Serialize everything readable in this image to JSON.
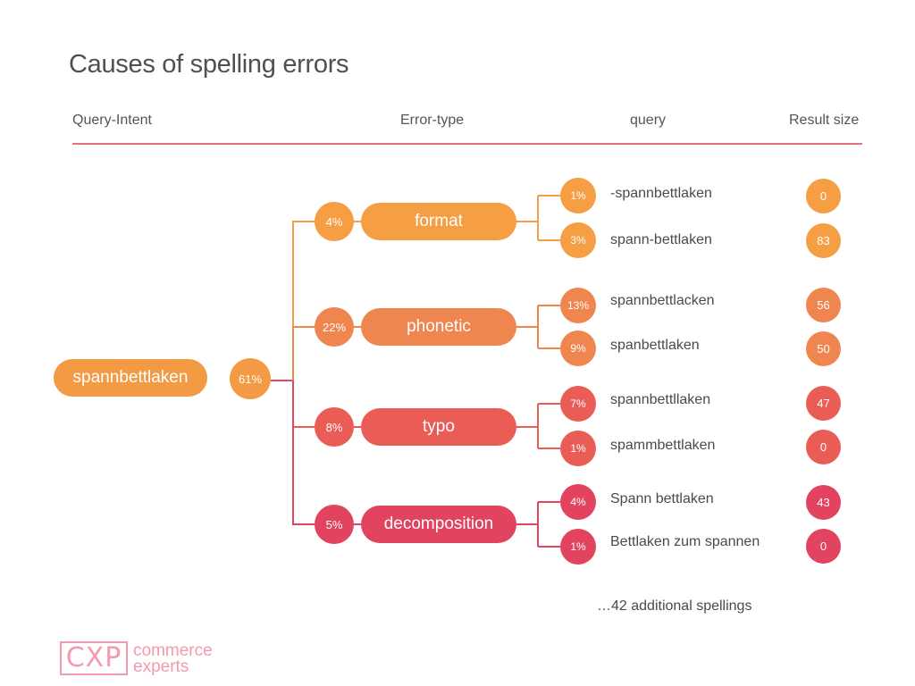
{
  "title": "Causes of spelling errors",
  "headers": {
    "query_intent": "Query-Intent",
    "error_type": "Error-type",
    "query": "query",
    "result_size": "Result size"
  },
  "root": {
    "label": "spannbettlaken",
    "share": "61%"
  },
  "error_types": [
    {
      "label": "format",
      "share": "4%",
      "color": "#f59e44",
      "queries": [
        {
          "share": "1%",
          "text": "-spannbettlaken",
          "result": "0"
        },
        {
          "share": "3%",
          "text": "spann-bettlaken",
          "result": "83"
        }
      ]
    },
    {
      "label": "phonetic",
      "share": "22%",
      "color": "#ef8650",
      "queries": [
        {
          "share": "13%",
          "text": "spannbettlacken",
          "result": "56"
        },
        {
          "share": "9%",
          "text": "spanbettlaken",
          "result": "50"
        }
      ]
    },
    {
      "label": "typo",
      "share": "8%",
      "color": "#ea5d57",
      "queries": [
        {
          "share": "7%",
          "text": "spannbettllaken",
          "result": "47"
        },
        {
          "share": "1%",
          "text": "spammbettlaken",
          "result": "0"
        }
      ]
    },
    {
      "label": "decomposition",
      "share": "5%",
      "color": "#e2435f",
      "queries": [
        {
          "share": "4%",
          "text": "Spann bettlaken",
          "result": "43"
        },
        {
          "share": "1%",
          "text": "Bettlaken zum spannen",
          "result": "0"
        }
      ]
    }
  ],
  "footer_note": "…42 additional spellings",
  "logo": {
    "mark": "CXP",
    "line1": "commerce",
    "line2": "experts",
    "color": "#f29aae"
  },
  "colors": {
    "root": "#f39a45",
    "root_share": "#f39a45",
    "accent_line": "#e8707c"
  }
}
